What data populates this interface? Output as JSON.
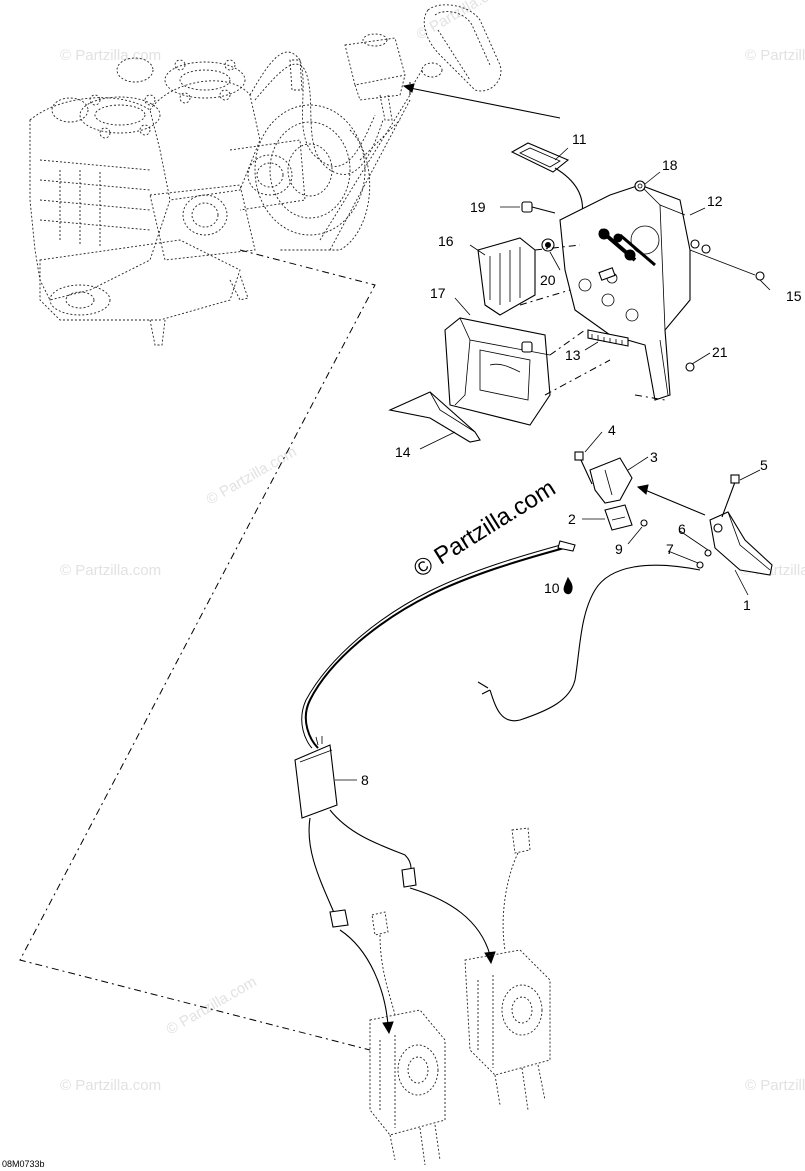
{
  "diagram_code": "08M0733b",
  "watermark_main": "© Partzilla.com",
  "watermark_corner": "© Partzilla.com",
  "callouts": {
    "c1": "1",
    "c2": "2",
    "c3": "3",
    "c4": "4",
    "c5": "5",
    "c6": "6",
    "c7": "7",
    "c8": "8",
    "c9": "9",
    "c10": "10",
    "c11": "11",
    "c12": "12",
    "c13": "13",
    "c14": "14",
    "c15": "15",
    "c16": "16",
    "c17": "17",
    "c18": "18",
    "c19": "19",
    "c20": "20",
    "c21": "21"
  }
}
